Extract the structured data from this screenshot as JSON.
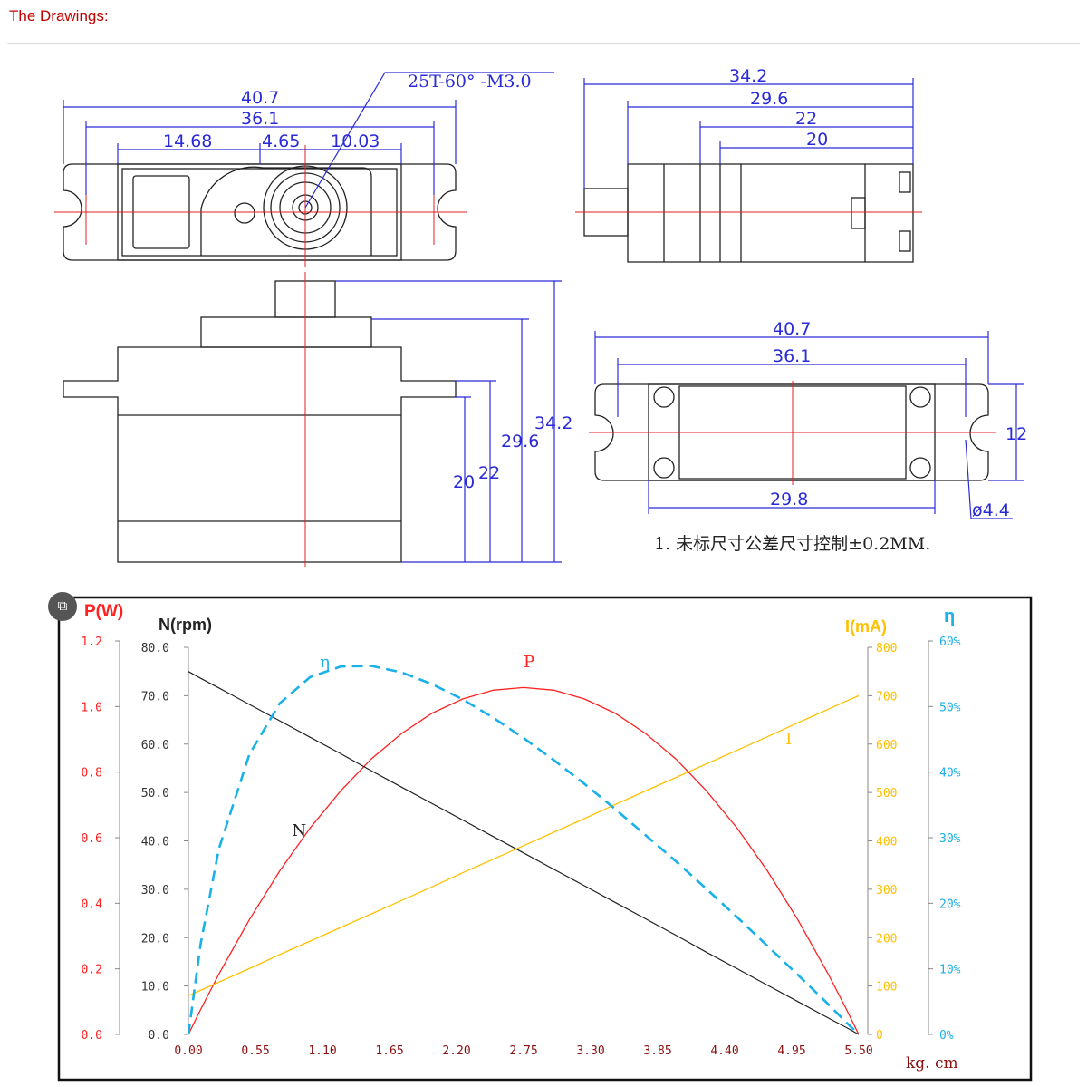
{
  "header": {
    "title": "The Drawings:"
  },
  "drawing": {
    "top_view": {
      "d_overall": "40.7",
      "d_holes": "36.1",
      "d_left": "14.68",
      "d_mid": "4.65",
      "d_right": "10.03",
      "spline": "25T-60° -M3.0"
    },
    "side_view": {
      "d1": "34.2",
      "d2": "29.6",
      "d3": "22",
      "d4": "20"
    },
    "front_view": {
      "h1": "34.2",
      "h2": "29.6",
      "h3": "22",
      "h4": "20"
    },
    "bottom_view": {
      "d_overall": "40.7",
      "d_holes": "36.1",
      "d_body": "29.8",
      "d_width": "12",
      "d_hole_dia": "ø4.4"
    },
    "note": "1. 未标尺寸公差尺寸控制±0.2MM."
  },
  "colors": {
    "P": "#ff2020",
    "N": "#222222",
    "I": "#ffc000",
    "eta": "#1ab0e8",
    "dim": "#2a2ad8"
  },
  "chart_data": {
    "type": "line",
    "xlabel": "kg. cm",
    "x_ticks": [
      "0.00",
      "0.55",
      "1.10",
      "1.65",
      "2.20",
      "2.75",
      "3.30",
      "3.85",
      "4.40",
      "4.95",
      "5.50"
    ],
    "xlim": [
      0,
      5.5
    ],
    "axes": {
      "P": {
        "label": "P(W)",
        "ylim": [
          0,
          1.2
        ],
        "ticks": [
          "0.0",
          "0.2",
          "0.4",
          "0.6",
          "0.8",
          "1.0",
          "1.2"
        ]
      },
      "N": {
        "label": "N(rpm)",
        "ylim": [
          0,
          80
        ],
        "ticks": [
          "0.0",
          "10.0",
          "20.0",
          "30.0",
          "40.0",
          "50.0",
          "60.0",
          "70.0",
          "80.0"
        ]
      },
      "I": {
        "label": "I(mA)",
        "ylim": [
          0,
          800
        ],
        "ticks": [
          "0",
          "100",
          "200",
          "300",
          "400",
          "500",
          "600",
          "700",
          "800"
        ]
      },
      "eta": {
        "label": "η",
        "ylim": [
          0,
          60
        ],
        "ticks": [
          "0%",
          "10%",
          "20%",
          "30%",
          "40%",
          "50%",
          "60%"
        ]
      }
    },
    "x": [
      0,
      0.1,
      0.25,
      0.5,
      0.75,
      1,
      1.25,
      1.5,
      1.75,
      2,
      2.25,
      2.5,
      2.75,
      3,
      3.25,
      3.5,
      3.75,
      4,
      4.25,
      4.5,
      4.75,
      5,
      5.25,
      5.4,
      5.5
    ],
    "series": [
      {
        "name": "P",
        "axis": "P",
        "label": "P",
        "values": [
          0,
          0.076,
          0.184,
          0.35,
          0.499,
          0.63,
          0.743,
          0.84,
          0.918,
          0.98,
          1.023,
          1.05,
          1.058,
          1.05,
          1.023,
          0.98,
          0.918,
          0.84,
          0.743,
          0.63,
          0.499,
          0.35,
          0.184,
          0.076,
          0
        ]
      },
      {
        "name": "N",
        "axis": "N",
        "label": "N",
        "values": [
          75,
          73.6,
          71.6,
          68.2,
          64.8,
          61.4,
          58.0,
          54.5,
          51.1,
          47.7,
          44.3,
          40.9,
          37.5,
          34.1,
          30.7,
          27.3,
          23.9,
          20.5,
          17.0,
          13.6,
          10.2,
          6.8,
          3.4,
          1.4,
          0
        ]
      },
      {
        "name": "I",
        "axis": "I",
        "label": "I",
        "values": [
          80,
          91,
          108,
          136,
          165,
          193,
          221,
          249,
          277,
          305,
          334,
          362,
          390,
          418,
          446,
          475,
          503,
          531,
          559,
          587,
          615,
          644,
          672,
          689,
          700
        ]
      },
      {
        "name": "eta",
        "axis": "eta",
        "label": "η",
        "values": [
          0,
          13.8,
          28.3,
          42.7,
          50.5,
          54.5,
          56.1,
          56.2,
          55.2,
          53.4,
          51.1,
          48.3,
          45.2,
          41.8,
          38.2,
          34.4,
          30.4,
          26.4,
          22.2,
          17.9,
          13.5,
          9.1,
          4.6,
          1.8,
          0
        ]
      }
    ]
  }
}
